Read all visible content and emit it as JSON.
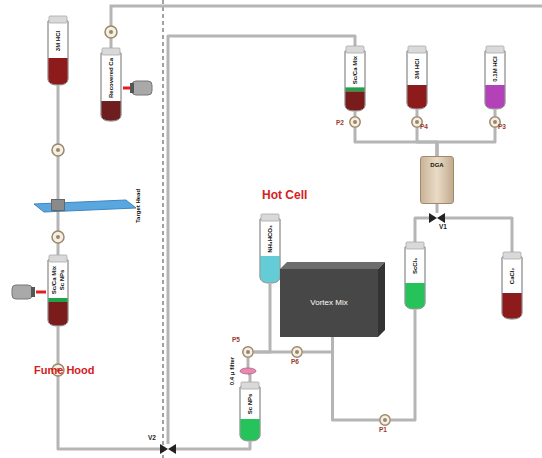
{
  "diagram": {
    "nodes": [
      {
        "text": [
          "3M HCl"
        ]
      },
      {
        "text": [
          "Recovered Ca"
        ]
      },
      {
        "text": [
          "Sc/Ca Mix"
        ]
      },
      {
        "text": [
          "3M HCl"
        ]
      },
      {
        "text": [
          "0.1M HCl"
        ]
      },
      {
        "text": [
          "P2"
        ]
      },
      {
        "text": [
          "P4"
        ]
      },
      {
        "text": [
          "P3"
        ]
      },
      {
        "text": [
          "Target Head"
        ]
      },
      {
        "text": [
          "DGA"
        ]
      },
      {
        "text": [
          "V1"
        ]
      },
      {
        "text": [
          "Sc/Ca Mix",
          "Sc NPs"
        ]
      },
      {
        "text": [
          "ScCl₃"
        ]
      },
      {
        "text": [
          "CaCl₂"
        ]
      },
      {
        "text": [
          "NH₄HCO₃"
        ]
      },
      {
        "text": [
          "Vortex Mix"
        ]
      },
      {
        "text": [
          "P5"
        ]
      },
      {
        "text": [
          "P6"
        ]
      },
      {
        "text": [
          "0.4 μ filter"
        ]
      },
      {
        "text": [
          "Sc NPs"
        ]
      },
      {
        "text": [
          "P1"
        ]
      },
      {
        "text": [
          "V2"
        ]
      }
    ],
    "edges": [
      {
        "from": 0,
        "to": 8,
        "arrow": "none"
      },
      {
        "from": 8,
        "to": 11,
        "arrow": "none"
      },
      {
        "from": 11,
        "to": 21,
        "arrow": "none"
      },
      {
        "from": 21,
        "to": 2,
        "arrow": "none"
      },
      {
        "from": 2,
        "to": 5,
        "arrow": "none"
      },
      {
        "from": 5,
        "to": 9,
        "arrow": "none"
      },
      {
        "from": 3,
        "to": 6,
        "arrow": "none"
      },
      {
        "from": 6,
        "to": 9,
        "arrow": "none"
      },
      {
        "from": 4,
        "to": 7,
        "arrow": "none"
      },
      {
        "from": 7,
        "to": 9,
        "arrow": "none"
      },
      {
        "from": 9,
        "to": 10,
        "arrow": "none"
      },
      {
        "from": 10,
        "to": 12,
        "arrow": "none"
      },
      {
        "from": 10,
        "to": 13,
        "arrow": "none"
      },
      {
        "from": 12,
        "to": 20,
        "arrow": "none"
      },
      {
        "from": 20,
        "to": 15,
        "arrow": "none"
      },
      {
        "from": 15,
        "to": 17,
        "arrow": "none"
      },
      {
        "from": 17,
        "to": 16,
        "arrow": "none"
      },
      {
        "from": 14,
        "to": 16,
        "arrow": "none"
      },
      {
        "from": 16,
        "to": 18,
        "arrow": "none"
      },
      {
        "from": 18,
        "to": 19,
        "arrow": "none"
      },
      {
        "from": 19,
        "to": 21,
        "arrow": "none"
      }
    ],
    "labels": [
      "Fume Hood",
      "Hot Cell"
    ]
  }
}
